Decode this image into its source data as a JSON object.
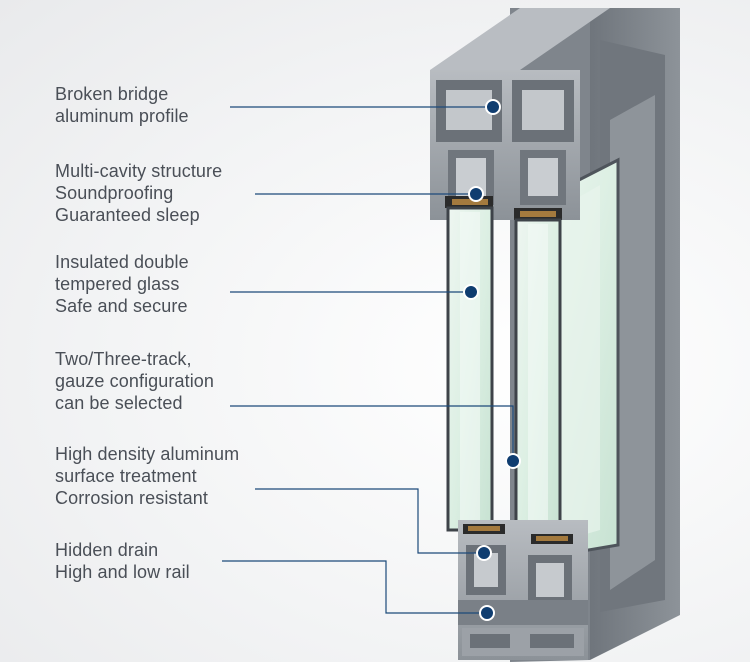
{
  "colors": {
    "leader": "#1c4a7a",
    "dot": "#0f3d70",
    "frame": "#8a9097",
    "frame_dark": "#5e646b",
    "glass": "#cfe6d9",
    "label_text": "#4a4f57"
  },
  "callouts": [
    {
      "id": "broken-bridge",
      "lines": [
        "Broken bridge",
        "aluminum profile"
      ]
    },
    {
      "id": "multi-cavity",
      "lines": [
        "Multi-cavity structure",
        "Soundproofing",
        "Guaranteed sleep"
      ]
    },
    {
      "id": "insulated-glass",
      "lines": [
        "Insulated double",
        "tempered glass",
        "Safe and secure"
      ]
    },
    {
      "id": "track-config",
      "lines": [
        "Two/Three-track,",
        "gauze configuration",
        "can be selected"
      ]
    },
    {
      "id": "surface-treatment",
      "lines": [
        "High density aluminum",
        "surface treatment",
        "Corrosion resistant"
      ]
    },
    {
      "id": "hidden-drain",
      "lines": [
        "Hidden drain",
        "High and low rail"
      ]
    }
  ]
}
